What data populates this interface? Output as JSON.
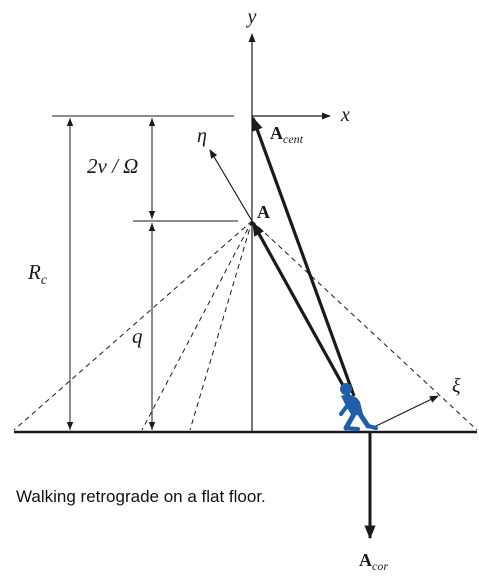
{
  "labels": {
    "y_axis": "y",
    "x_axis": "x",
    "eta": "η",
    "xi": "ξ",
    "point_A": "A",
    "a_cent_main": "A",
    "a_cent_sub": "cent",
    "a_cor_main": "A",
    "a_cor_sub": "cor",
    "dim_2v_omega": "2v / Ω",
    "dim_rc_main": "R",
    "dim_rc_sub": "c",
    "dim_q": "q"
  },
  "caption": "Walking retrograde on a flat floor.",
  "colors": {
    "ink": "#1a1a1a",
    "walker": "#1f5fa8"
  }
}
